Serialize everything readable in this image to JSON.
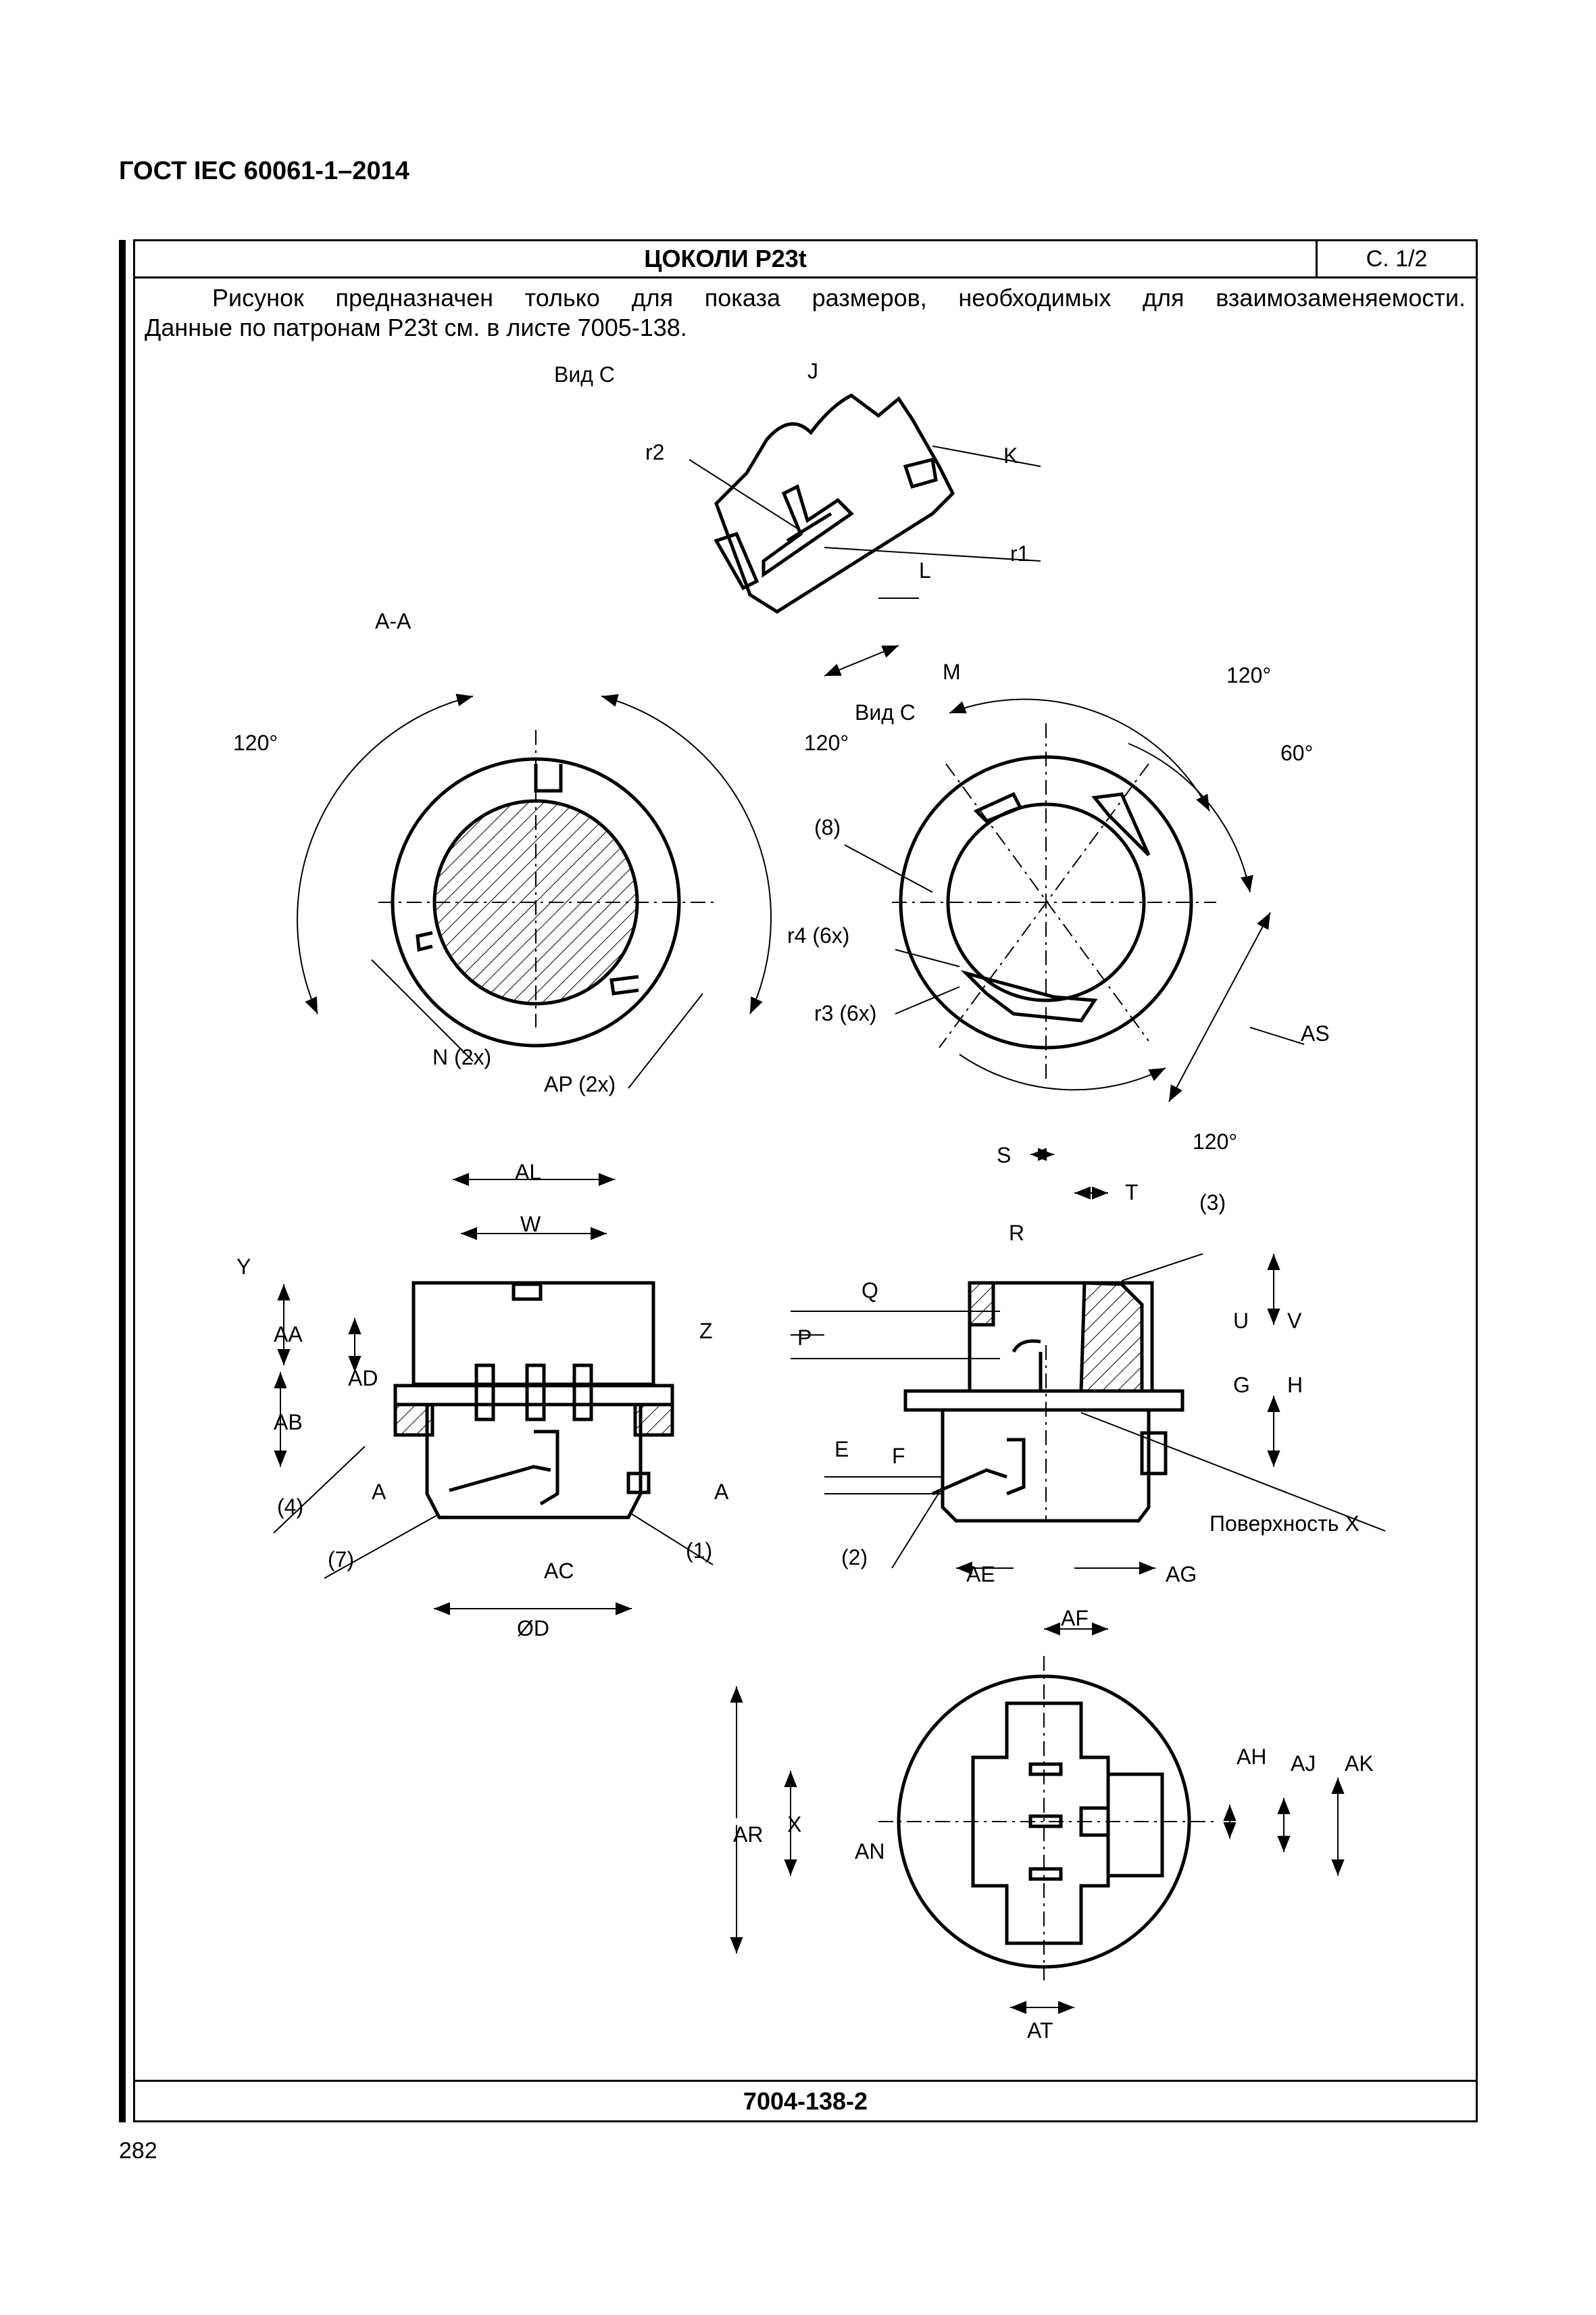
{
  "header": {
    "standard": "ГОСТ IEC 60061-1–2014"
  },
  "sheet": {
    "title": "ЦОКОЛИ P23t",
    "page": "С. 1/2",
    "note_line1": "Рисунок предназначен только для показа размеров, необходимых для взаимозаменяемости.",
    "note_line2": "Данные по патронам P23t см. в листе 7005-138.",
    "footer_code": "7004-138-2"
  },
  "page_number": "282",
  "drawing": {
    "view_c_title": "Вид C",
    "section_title": "A-A",
    "view_c_arrow_label": "Вид C",
    "surface_x": "Поверхность X",
    "labels": {
      "J": "J",
      "K": "K",
      "r2": "r2",
      "r1": "r1",
      "L": "L",
      "M": "M",
      "a120_left": "120°",
      "a120_mid": "120°",
      "a120_right_top": "120°",
      "a60": "60°",
      "a120_right_bot": "120°",
      "p8": "(8)",
      "r4": "r4 (6x)",
      "r3": "r3 (6x)",
      "AS": "AS",
      "N": "N (2x)",
      "AP": "AP (2x)",
      "AL": "AL",
      "W": "W",
      "Y": "Y",
      "AA": "AA",
      "AD": "AD",
      "AB": "AB",
      "Z": "Z",
      "A_left": "A",
      "A_right": "A",
      "p4": "(4)",
      "p7": "(7)",
      "p1": "(1)",
      "AC": "AC",
      "D": "ØD",
      "S": "S",
      "T": "T",
      "p3": "(3)",
      "R": "R",
      "Q": "Q",
      "P": "P",
      "U": "U",
      "V": "V",
      "G": "G",
      "H": "H",
      "E": "E",
      "F": "F",
      "p2": "(2)",
      "AE": "AE",
      "AG": "AG",
      "AF": "AF",
      "AH": "AH",
      "AJ": "AJ",
      "AK": "AK",
      "AR": "AR",
      "X": "X",
      "AN": "AN",
      "AT": "AT"
    }
  }
}
